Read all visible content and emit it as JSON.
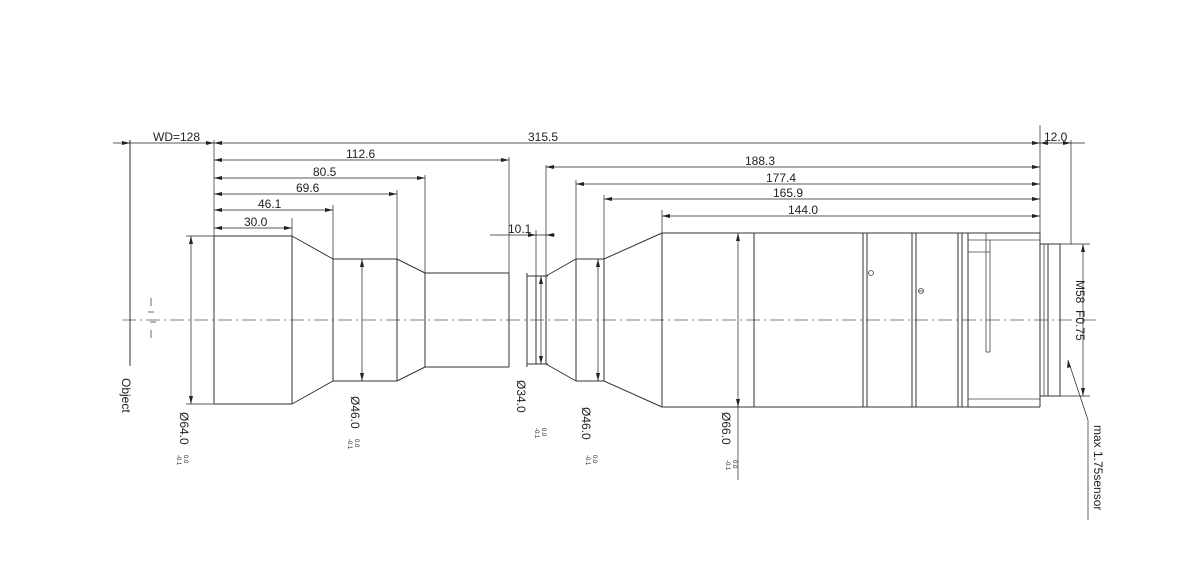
{
  "working_distance": "WD=128",
  "object_label": "Object",
  "sensor_label": "max 1.75sensor",
  "mount_label": "M58",
  "flange_label": "F0.75",
  "horizontal_dimensions": {
    "total_length": "315.5",
    "back_focus": "12.0",
    "d_112_6": "112.6",
    "d_80_5": "80.5",
    "d_69_6": "69.6",
    "d_46_1": "46.1",
    "d_30_0": "30.0",
    "d_10_1": "10.1",
    "d_188_3": "188.3",
    "d_177_4": "177.4",
    "d_165_9": "165.9",
    "d_144_0": "144.0"
  },
  "diameters": [
    {
      "value": "Ø64.0",
      "tol_upper": "0.0",
      "tol_lower": "-0.1"
    },
    {
      "value": "Ø46.0",
      "tol_upper": "0.0",
      "tol_lower": "-0.1"
    },
    {
      "value": "Ø34.0",
      "tol_upper": "0.0",
      "tol_lower": "-0.1"
    },
    {
      "value": "Ø46.0",
      "tol_upper": "0.0",
      "tol_lower": "-0.1"
    },
    {
      "value": "Ø66.0",
      "tol_upper": "0.0",
      "tol_lower": "-0.1"
    }
  ]
}
